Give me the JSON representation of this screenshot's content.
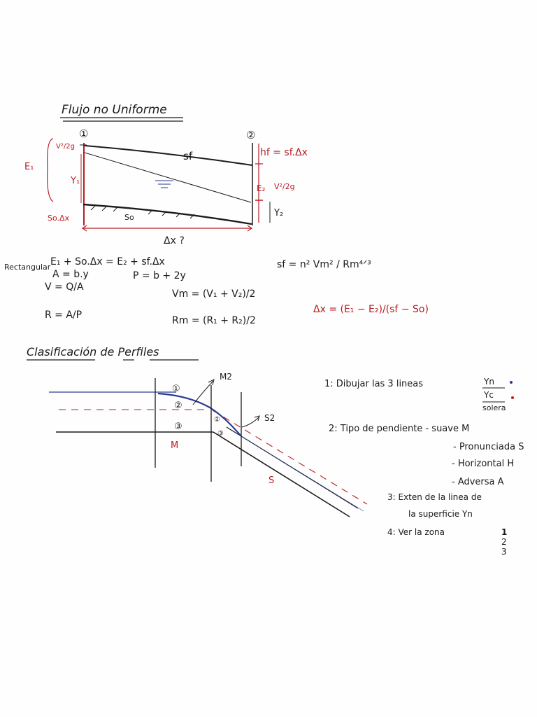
{
  "colors": {
    "ink": "#1b1b1b",
    "red": "#b71d23",
    "blue": "#2a3b8f"
  },
  "title": "Flujo no Uniforme",
  "diagram1": {
    "section_1": "①",
    "section_2": "②",
    "label_v2_2g_left": "V²/2g",
    "label_e1": "E₁",
    "label_y1": "Y₁",
    "label_so_dx": "So.Δx",
    "label_so": "So",
    "label_sf": "sf",
    "label_hf": "hf = sf.Δx",
    "label_e2": "E₂",
    "label_v2_2g_right": "V²/2g",
    "label_y2": "Y₂",
    "label_dx": "Δx ?"
  },
  "equations": {
    "energy": "E₁ + So.Δx = E₂ + sf.Δx",
    "rectangular_label": "Rectangular",
    "area": "A = b.y",
    "perimeter": "P = b + 2y",
    "velocity": "V = Q/A",
    "radius": "R = A/P",
    "vm": "Vm = (V₁ + V₂)/2",
    "rm": "Rm = (R₁ + R₂)/2",
    "sf": "sf = n² Vm² / Rm⁴ᐟ³",
    "dx": "Δx = (E₁ − E₂)/(sf − So)"
  },
  "section2": {
    "title": "Clasificación de Perfiles",
    "zone_1": "①",
    "zone_2": "②",
    "zone_3": "③",
    "label_m2": "M2",
    "label_s2": "S2",
    "label_m": "M",
    "label_s": "S",
    "small_2": "②",
    "small_3": "③"
  },
  "steps": {
    "step1": "1: Dibujar las 3 lineas",
    "step1_yn": "Yn",
    "step1_yc": "Yc",
    "step1_solera": "solera",
    "step2": "2: Tipo de pendiente - suave M",
    "step2_b": "- Pronunciada S",
    "step2_c": "- Horizontal H",
    "step2_d": "- Adversa A",
    "step3": "3: Exten de la linea de",
    "step3_b": "la superficie Yn",
    "step4": "4: Ver la zona",
    "step4_1": "1",
    "step4_2": "2",
    "step4_3": "3"
  }
}
